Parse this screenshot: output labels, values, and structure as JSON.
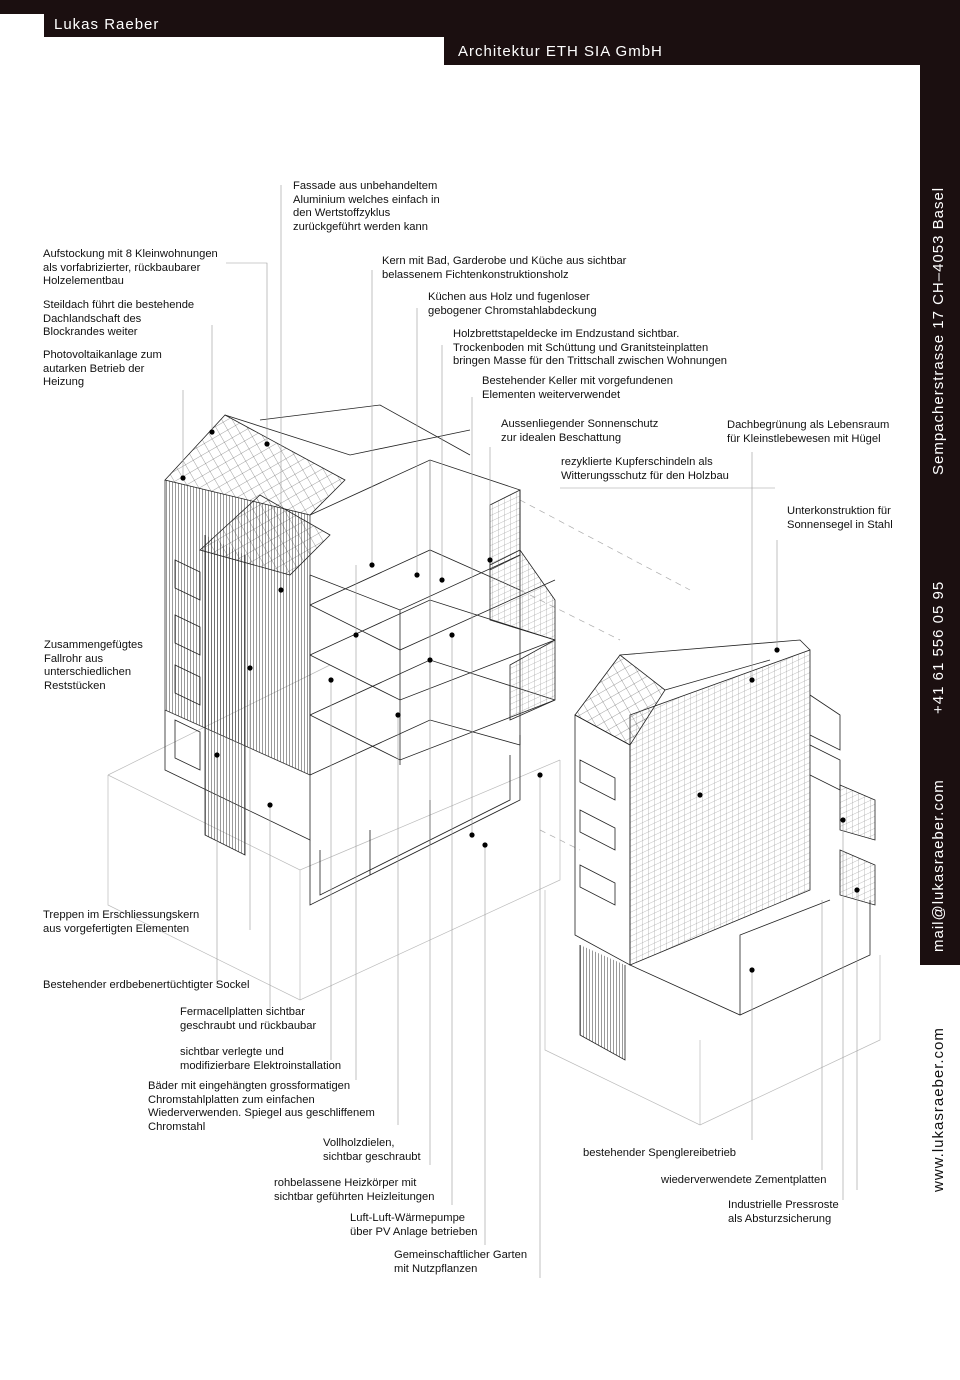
{
  "header": {
    "name": "Lukas Raeber",
    "firm": "Architektur ETH SIA GmbH"
  },
  "contact": {
    "address": "Sempacherstrasse 17   CH–4053 Basel",
    "phone": "+41 61 556 05 95",
    "email": "mail@lukasraeber.com",
    "website": "www.lukasraeber.com"
  },
  "annotations": {
    "fassade": "Fassade aus unbehandeltem\nAluminium welches einfach in\nden Wertstoffzyklus\nzurückgeführt werden kann",
    "aufstockung": "Aufstockung mit 8 Kleinwohnungen\nals vorfabrizierter, rückbaubarer\nHolzelementbau",
    "steildach": "Steildach führt die bestehende\nDachlandschaft des\nBlockrandes weiter",
    "photovoltaik": "Photovoltaikanlage zum\nautarken Betrieb der\nHeizung",
    "kern": "Kern mit Bad, Garderobe und Küche aus sichtbar\nbelassenem Fichtenkonstruktionsholz",
    "kuechen": "Küchen aus Holz und fugenloser\ngebogener Chromstahlabdeckung",
    "holzbrett": "Holzbrettstapeldecke im Endzustand sichtbar.\nTrockenboden mit Schüttung und Granitsteinplatten\nbringen Masse für den Trittschall zwischen Wohnungen",
    "keller": "Bestehender Keller mit vorgefundenen\nElementen weiterverwendet",
    "sonnenschutz": "Aussenliegender Sonnenschutz\nzur idealen Beschattung",
    "dachbegruenung": "Dachbegrünung als Lebensraum\nfür Kleinstlebewesen mit Hügel",
    "kupfer": "rezyklierte Kupferschindeln als\nWitterungsschutz für den Holzbau",
    "unterkonstruktion": "Unterkonstruktion für\nSonnensegel in Stahl",
    "fallrohr": "Zusammengefügtes\nFallrohr aus\nunterschiedlichen\nReststücken",
    "treppen": "Treppen im Erschliessungskern\naus vorgefertigten Elementen",
    "sockel": "Bestehender erdbebenertüchtigter Sockel",
    "fermacell": "Fermacellplatten sichtbar\ngeschraubt und rückbaubar",
    "elektro": "sichtbar verlegte und\nmodifizierbare Elektroinstallation",
    "baeder": "Bäder mit eingehängten grossformatigen\nChromstahlplatten zum einfachen\nWiederverwenden. Spiegel aus geschliffenem\nChromstahl",
    "vollholz": "Vollholzdielen,\nsichtbar geschraubt",
    "heizkoerper": "rohbelassene Heizkörper mit\nsichtbar geführten Heizleitungen",
    "waermepumpe": "Luft-Luft-Wärmepumpe\nüber PV Anlage betrieben",
    "garten": "Gemeinschaftlicher Garten\nmit Nutzpflanzen",
    "spengler": "bestehender Spenglereibetrieb",
    "zement": "wiederverwendete Zementplatten",
    "pressroste": "Industrielle Pressroste\nals Absturzsicherung"
  }
}
